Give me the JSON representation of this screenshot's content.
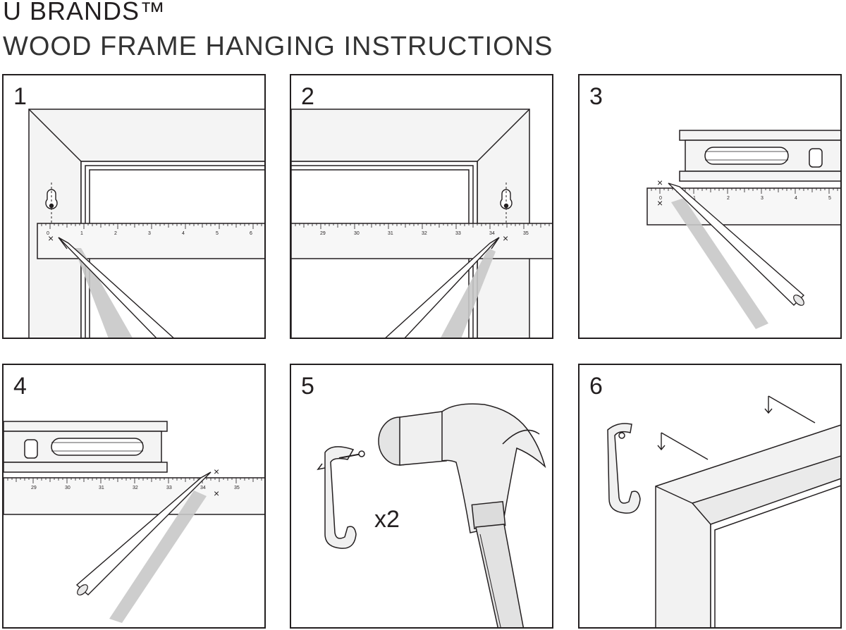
{
  "header": {
    "brand": "U BRANDS™",
    "title": "WOOD FRAME HANGING INSTRUCTIONS"
  },
  "steps": [
    {
      "number": "1",
      "ruler_labels": [
        "0",
        "1",
        "2",
        "3",
        "4",
        "5",
        "6"
      ]
    },
    {
      "number": "2",
      "ruler_labels": [
        "29",
        "30",
        "31",
        "32",
        "33",
        "34",
        "35"
      ]
    },
    {
      "number": "3",
      "ruler_labels": [
        "0",
        "1",
        "2",
        "3",
        "4",
        "5"
      ]
    },
    {
      "number": "4",
      "ruler_labels": [
        "29",
        "30",
        "31",
        "32",
        "33",
        "34",
        "35"
      ]
    },
    {
      "number": "5",
      "quantity": "x2"
    },
    {
      "number": "6"
    }
  ],
  "icons": [
    "pencil-icon",
    "ruler-icon",
    "level-icon",
    "hammer-icon",
    "hook-icon",
    "keyhole-icon",
    "frame-icon",
    "arrow-icon"
  ]
}
